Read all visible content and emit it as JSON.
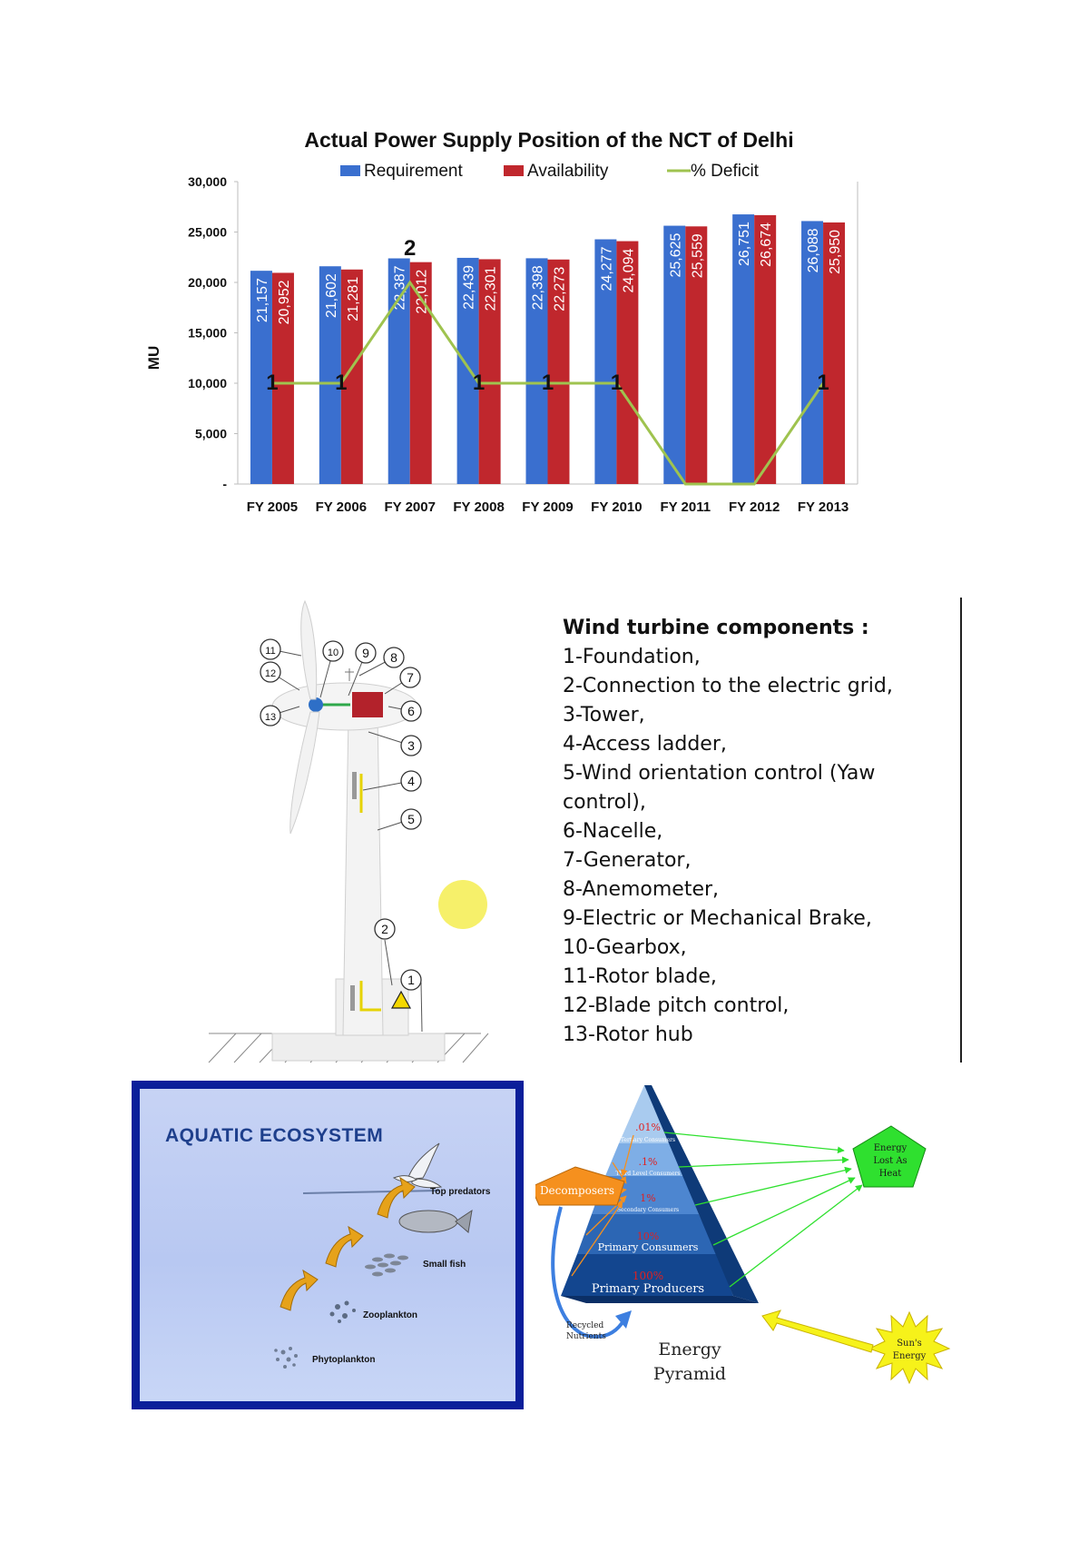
{
  "chart_data": {
    "type": "bar",
    "title": "Actual Power Supply Position of the NCT of Delhi",
    "ylabel": "MU",
    "xlabel": "",
    "ylim": [
      0,
      30000
    ],
    "yticks": [
      "30,000",
      "25,000",
      "20,000",
      "15,000",
      "10,000",
      "5,000",
      "-"
    ],
    "categories": [
      "FY 2005",
      "FY 2006",
      "FY 2007",
      "FY 2008",
      "FY 2009",
      "FY 2010",
      "FY 2011",
      "FY 2012",
      "FY 2013"
    ],
    "legend_position": "top",
    "series": [
      {
        "name": "Requirement",
        "color": "#3a6fcf",
        "values": [
          21157,
          21602,
          22387,
          22439,
          22398,
          24277,
          25625,
          26751,
          26088
        ],
        "labels": [
          "21,157",
          "21,602",
          "22,387",
          "22,439",
          "22,398",
          "24,277",
          "25,625",
          "26,751",
          "26,088"
        ]
      },
      {
        "name": "Availability",
        "color": "#c0272d",
        "values": [
          20952,
          21281,
          22012,
          22301,
          22273,
          24094,
          25559,
          26674,
          25950
        ],
        "labels": [
          "20,952",
          "21,281",
          "22,012",
          "22,301",
          "22,273",
          "24,094",
          "25,559",
          "26,674",
          "25,950"
        ]
      },
      {
        "name": "% Deficit",
        "color": "#9fc34f",
        "type": "line",
        "values": [
          1,
          1,
          2,
          1,
          1,
          1,
          0,
          0,
          1
        ],
        "labels": [
          "1",
          "1",
          "2",
          "1",
          "1",
          "1",
          "",
          "",
          "1"
        ]
      }
    ]
  },
  "wind_turbine": {
    "title": "Wind turbine components :",
    "items": [
      "1-Foundation,",
      "2-Connection to the electric grid,",
      "3-Tower,",
      "4-Access ladder,",
      "5-Wind orientation control (Yaw control),",
      "6-Nacelle,",
      "7-Generator,",
      "8-Anemometer,",
      "9-Electric or Mechanical Brake,",
      "10-Gearbox,",
      "11-Rotor blade,",
      "12-Blade pitch control,",
      "13-Rotor hub"
    ],
    "callouts": [
      "1",
      "2",
      "3",
      "4",
      "5",
      "6",
      "7",
      "8",
      "9",
      "10",
      "11",
      "12",
      "13"
    ]
  },
  "aquatic": {
    "title": "AQUATIC ECOSYSTEM",
    "levels": [
      "Top predators",
      "Small fish",
      "Zooplankton",
      "Phytoplankton"
    ]
  },
  "pyramid": {
    "caption_line1": "Energy",
    "caption_line2": "Pyramid",
    "levels": [
      {
        "pct": ".01%",
        "name": "Tertiary Consumers"
      },
      {
        "pct": ".1%",
        "name": "Third Level Consumers"
      },
      {
        "pct": "1%",
        "name": "Secondary Consumers"
      },
      {
        "pct": "10%",
        "name": "Primary Consumers"
      },
      {
        "pct": "100%",
        "name": "Primary Producers"
      }
    ],
    "decomposers": "Decomposers",
    "recycled_line1": "Recycled",
    "recycled_line2": "Nutrients",
    "heat_line1": "Energy",
    "heat_line2": "Lost As",
    "heat_line3": "Heat",
    "sun_line1": "Sun's",
    "sun_line2": "Energy",
    "colors": {
      "decomposers": "#f5901e",
      "heat": "#2fe02f",
      "sun": "#f6f21a"
    }
  }
}
